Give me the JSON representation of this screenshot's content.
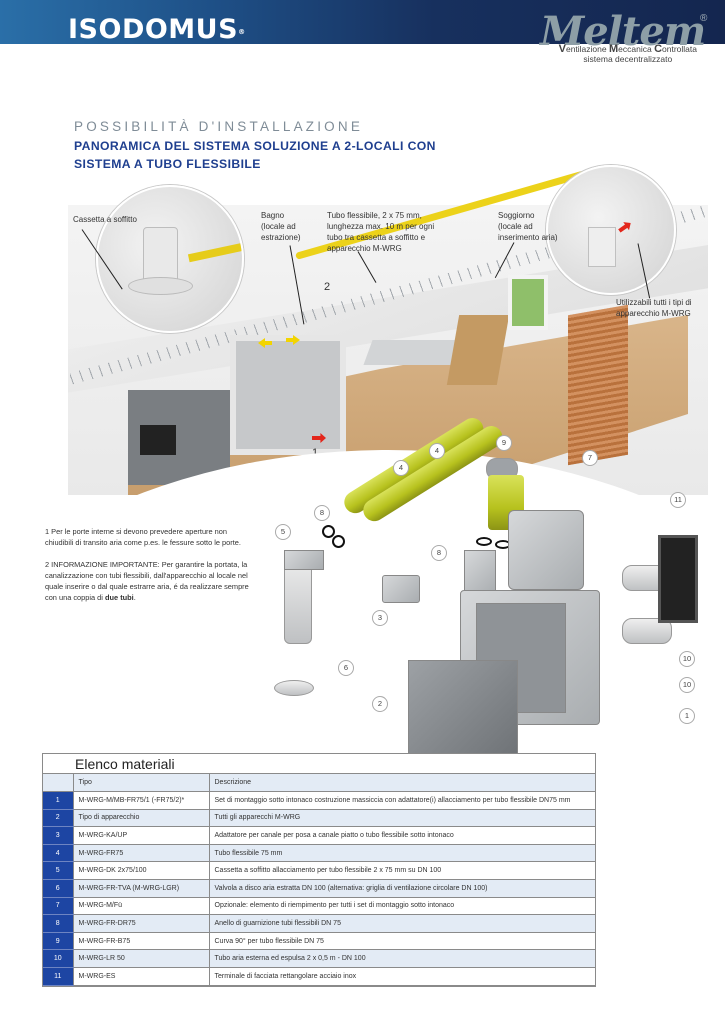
{
  "header": {
    "brand": "ISODOMUS",
    "brand_mark": "®",
    "partner_logo": "Meltem",
    "partner_mark": "®",
    "tagline_line1": [
      {
        "cap": "V",
        "rest": "entilazione "
      },
      {
        "cap": "M",
        "rest": "eccanica "
      },
      {
        "cap": "C",
        "rest": "ontrollata"
      }
    ],
    "tagline_line2": "sistema decentralizzato"
  },
  "overline": "POSSIBILITÀ D'INSTALLAZIONE",
  "title": "PANORAMICA DEL SISTEMA SOLUZIONE A 2-LOCALI CON SISTEMA A TUBO FLESSIBILE",
  "illustration": {
    "callouts": {
      "cassetta": "Cassetta a soffitto",
      "bagno": [
        "Bagno",
        "(locale ad",
        "estrazione)"
      ],
      "tubo": [
        "Tubo flessibile, 2 x 75 mm,",
        "lunghezza max. 10 m per ogni",
        "tubo tra cassetta a soffitto e",
        "apparecchio M-WRG"
      ],
      "soggiorno": [
        "Soggiorno",
        "(locale ad",
        "inserimento aria)"
      ],
      "utilizzabili": [
        "Utilizzabili tutti i tipi di",
        "apparecchio M-WRG"
      ]
    },
    "scene_steps": [
      "1",
      "2"
    ],
    "part_tags": [
      "4",
      "4",
      "9",
      "7",
      "11",
      "8",
      "8",
      "5",
      "3",
      "6",
      "10",
      "10",
      "2",
      "1"
    ],
    "colors": {
      "duct": "#ecd21a",
      "tube": "#b7c21e",
      "arrow_supply": "#f2d400",
      "arrow_extract": "#e3261b"
    }
  },
  "notes": {
    "note1": "1  Per le porte interne si devono prevedere aperture non chiudibili di transito aria come p.es. le fessure sotto le porte.",
    "note2_prefix": "2  INFORMAZIONE IMPORTANTE:  Per garantire la portata, la canalizzazione con tubi flessibili, dall'apparecchio al locale nel quale inserire o dal quale estrarre aria, é da realizzare sempre con una coppia di ",
    "note2_bold": "due tubi",
    "note2_suffix": "."
  },
  "materials": {
    "title": "Elenco materiali",
    "headers": {
      "tipo": "Tipo",
      "descrizione": "Descrizione"
    },
    "accent": "#1d45a3",
    "rows": [
      {
        "num": "1",
        "tipo": "M-WRG-M/MB-FR75/1 (-FR75/2)*",
        "descrizione": "Set di montaggio sotto intonaco costruzione massiccia con adattatore(i) allacciamento per tubo flessibile DN75 mm"
      },
      {
        "num": "2",
        "tipo": "Tipo di apparecchio",
        "descrizione": "Tutti gli apparecchi M-WRG"
      },
      {
        "num": "3",
        "tipo": "M-WRG-KA/UP",
        "descrizione": "Adattatore per canale per posa a canale piatto o tubo flessibile sotto intonaco"
      },
      {
        "num": "4",
        "tipo": "M-WRG-FR75",
        "descrizione": "Tubo flessibile 75 mm"
      },
      {
        "num": "5",
        "tipo": "M-WRG-DK 2x75/100",
        "descrizione": "Cassetta a soffitto allacciamento per tubo flessibile 2 x 75 mm su DN 100"
      },
      {
        "num": "6",
        "tipo": "M-WRG-FR-TVA (M-WRG-LGR)",
        "descrizione": "Valvola a disco aria estratta DN 100 (alternativa: griglia di ventilazione circolare DN 100)"
      },
      {
        "num": "7",
        "tipo": "M-WRG-M/Fü",
        "descrizione": "Opzionale: elemento di riempimento per tutti i set di montaggio sotto intonaco"
      },
      {
        "num": "8",
        "tipo": "M-WRG-FR-DR75",
        "descrizione": "Anello di guarnizione tubi flessibili DN 75"
      },
      {
        "num": "9",
        "tipo": "M-WRG-FR-B75",
        "descrizione": "Curva 90° per tubo flessibile DN 75"
      },
      {
        "num": "10",
        "tipo": "M-WRG-LR 50",
        "descrizione": "Tubo aria esterna ed espulsa 2 x 0,5 m - DN 100"
      },
      {
        "num": "11",
        "tipo": "M-WRG-ES",
        "descrizione": "Terminale di facciata rettangolare acciaio inox"
      }
    ]
  }
}
